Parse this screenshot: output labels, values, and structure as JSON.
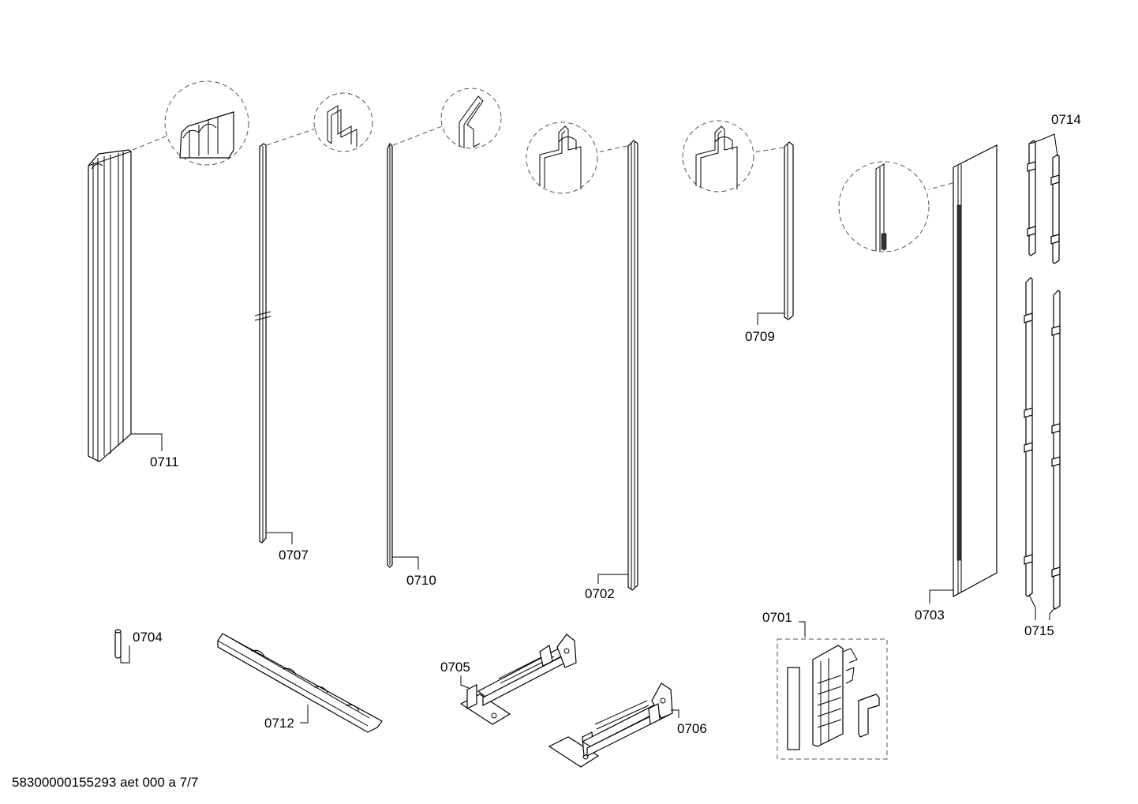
{
  "labels": {
    "p0711": "0711",
    "p0707": "0707",
    "p0710": "0710",
    "p0702": "0702",
    "p0709": "0709",
    "p0703": "0703",
    "p0714": "0714",
    "p0715": "0715",
    "p0704": "0704",
    "p0712": "0712",
    "p0705": "0705",
    "p0706": "0706",
    "p0701": "0701"
  },
  "footer": "58300000155293 aet 000 a 7/7"
}
